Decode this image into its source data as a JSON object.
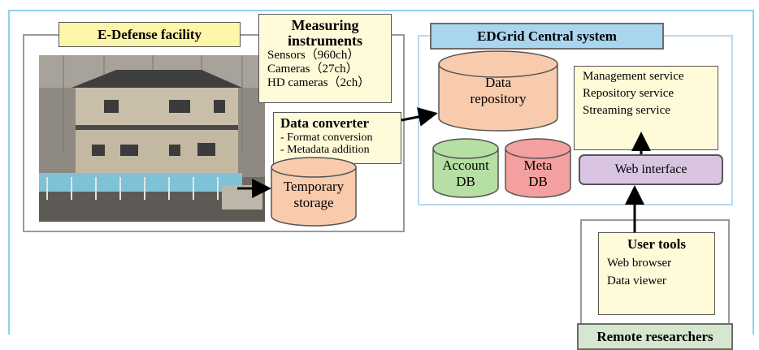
{
  "facility": {
    "title": "E-Defense facility"
  },
  "measuring": {
    "title": "Measuring instruments",
    "items": [
      "Sensors（960ch）",
      "Cameras（27ch）",
      "HD cameras（2ch）"
    ]
  },
  "converter": {
    "title": "Data converter",
    "items": [
      "- Format conversion",
      "- Metadata addition"
    ]
  },
  "storage": {
    "line1": "Temporary",
    "line2": "storage"
  },
  "central": {
    "title": "EDGrid Central system"
  },
  "repository": {
    "line1": "Data",
    "line2": "repository"
  },
  "account_db": {
    "line1": "Account",
    "line2": "DB"
  },
  "meta_db": {
    "line1": "Meta",
    "line2": "DB"
  },
  "services": [
    "Management service",
    "Repository service",
    "Streaming service"
  ],
  "web_interface": "Web interface",
  "user_tools": {
    "title": "User tools",
    "items": [
      "Web browser",
      "Data viewer"
    ]
  },
  "remote": {
    "title": "Remote researchers"
  },
  "colors": {
    "outer_border": "#8fd0ef",
    "yellow_label": "#fdf5a8",
    "note_fill": "#fffbd9",
    "central_label": "#a9d6ef",
    "storage_fill": "#f8cbad",
    "account_fill": "#b6dfa3",
    "meta_fill": "#f5a0a0",
    "web_fill": "#d9c5e2",
    "remote_label": "#d5e7cf"
  }
}
